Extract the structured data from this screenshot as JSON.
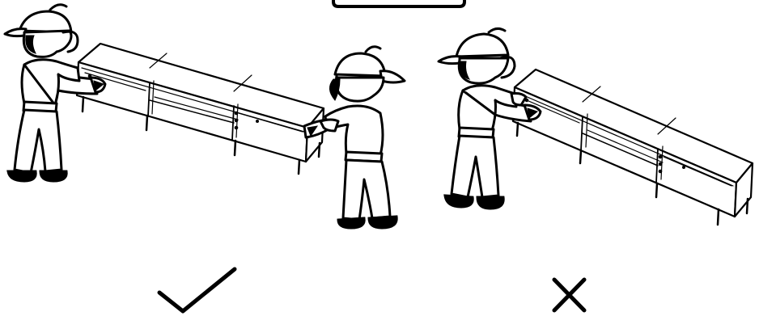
{
  "colors": {
    "ink": "#000000",
    "paper": "#ffffff"
  },
  "panels": [
    {
      "id": "correct",
      "people": 2,
      "verdict_icon": "check-mark-icon"
    },
    {
      "id": "incorrect",
      "people": 1,
      "verdict_icon": "cross-mark-icon"
    }
  ],
  "header_tab_icon": "rounded-tab-frame-icon"
}
